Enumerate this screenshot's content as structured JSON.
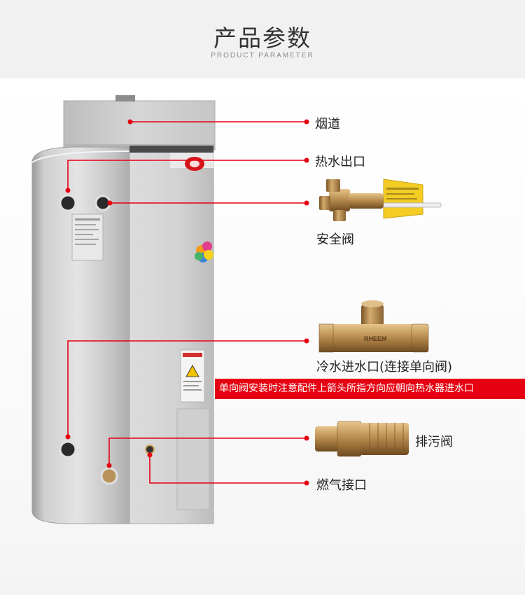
{
  "header": {
    "title": "产品参数",
    "subtitle": "PRODUCT PARAMETER"
  },
  "callouts": {
    "flue": "烟道",
    "hot_water_outlet": "热水出口",
    "safety_valve": "安全阀",
    "cold_water_inlet": "冷水进水口(连接单向阀)",
    "drain_valve": "排污阀",
    "gas_connector": "燃气接口"
  },
  "notice": {
    "text": "单向阀安装时注意配件上箭头所指方向应朝向热水器进水口"
  },
  "product": {
    "check_valve_marking": "RHEEM"
  },
  "colors": {
    "accent_red": "#e60012",
    "header_bg": "#f1f1f1",
    "body_silver": "#c9c9c9",
    "brass": "#b8925a"
  }
}
